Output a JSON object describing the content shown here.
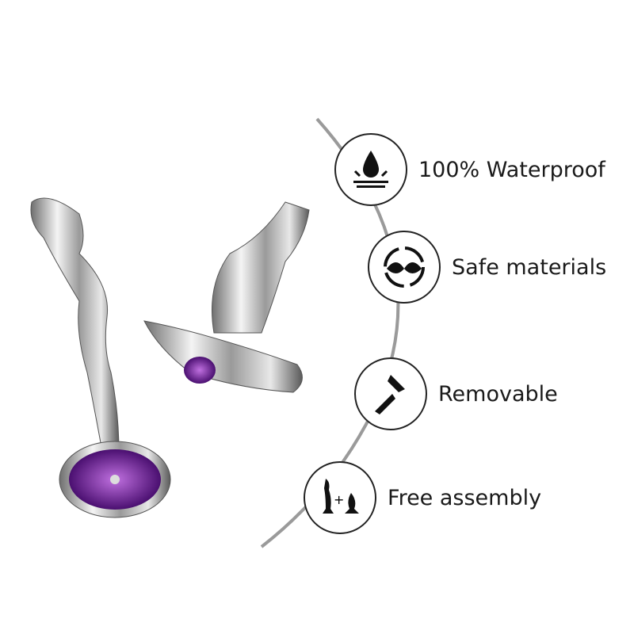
{
  "features": [
    {
      "label": "100% Waterproof",
      "icon": "water-drop-icon"
    },
    {
      "label": "Safe materials",
      "icon": "leaf-recycle-icon"
    },
    {
      "label": "Removable",
      "icon": "detachable-plug-icon"
    },
    {
      "label": "Free assembly",
      "icon": "assembly-plus-icon"
    }
  ],
  "colors": {
    "accent": "#6a1b9a",
    "arc": "#9a9a9a",
    "text": "#1a1a1a"
  }
}
